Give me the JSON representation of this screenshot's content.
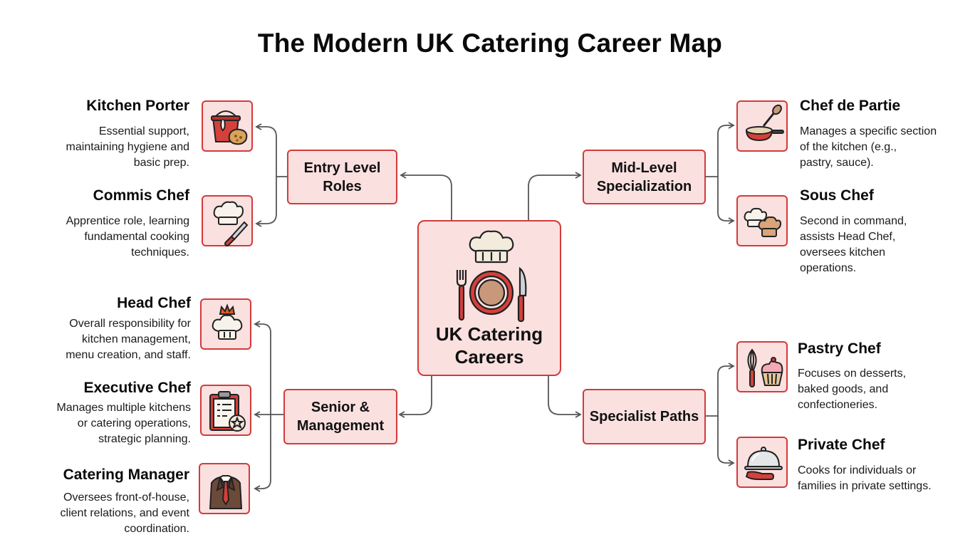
{
  "title": "The Modern UK Catering Career Map",
  "center": {
    "label": "UK Catering Careers"
  },
  "categories": {
    "entry": "Entry Level Roles",
    "mid": "Mid-Level Specialization",
    "senior": "Senior & Management",
    "specialist": "Specialist Paths"
  },
  "roles": {
    "kitchen_porter": {
      "title": "Kitchen Porter",
      "desc": "Essential support,\nmaintaining hygiene and\nbasic prep.",
      "icon": "bucket-sponge-icon"
    },
    "commis_chef": {
      "title": "Commis Chef",
      "desc": "Apprentice role, learning\nfundamental cooking\ntechniques.",
      "icon": "chef-hat-knife-icon"
    },
    "chef_de_partie": {
      "title": "Chef de Partie",
      "desc": "Manages a specific section\nof the kitchen (e.g.,\npastry, sauce).",
      "icon": "pan-spoon-icon"
    },
    "sous_chef": {
      "title": "Sous Chef",
      "desc": "Second in command,\nassists Head Chef,\noversees kitchen\noperations.",
      "icon": "two-chef-hats-icon"
    },
    "head_chef": {
      "title": "Head Chef",
      "desc": "Overall responsibility for\nkitchen management,\nmenu creation, and staff.",
      "icon": "crowned-chef-hat-icon"
    },
    "executive_chef": {
      "title": "Executive Chef",
      "desc": "Manages multiple kitchens\nor catering operations,\nstrategic planning.",
      "icon": "clipboard-star-icon"
    },
    "catering_manager": {
      "title": "Catering Manager",
      "desc": "Oversees front-of-house,\nclient relations, and event\ncoordination.",
      "icon": "suit-tie-icon"
    },
    "pastry_chef": {
      "title": "Pastry Chef",
      "desc": "Focuses on desserts,\nbaked goods, and\nconfectioneries.",
      "icon": "whisk-cupcake-icon"
    },
    "private_chef": {
      "title": "Private Chef",
      "desc": "Cooks for individuals or\nfamilies in private settings.",
      "icon": "cloche-hand-icon"
    }
  },
  "colors": {
    "accent": "#d23b3b",
    "fill": "#fbe0e0",
    "connector": "#555555"
  }
}
